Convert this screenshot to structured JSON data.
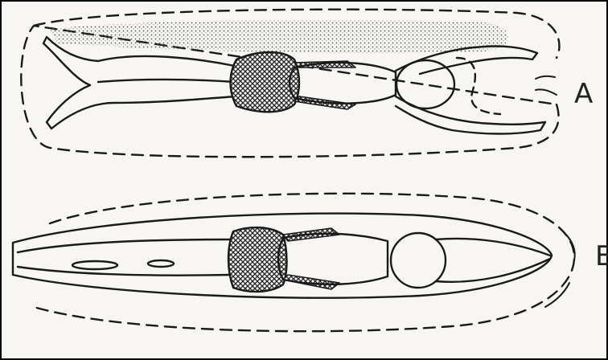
{
  "figure": {
    "panels": [
      {
        "id": "A",
        "label": "A"
      },
      {
        "id": "B",
        "label": "B"
      }
    ],
    "colors": {
      "line": "#1a1a1a",
      "paper": "#f7f6f3",
      "hatch": "#2a2a2a"
    }
  }
}
